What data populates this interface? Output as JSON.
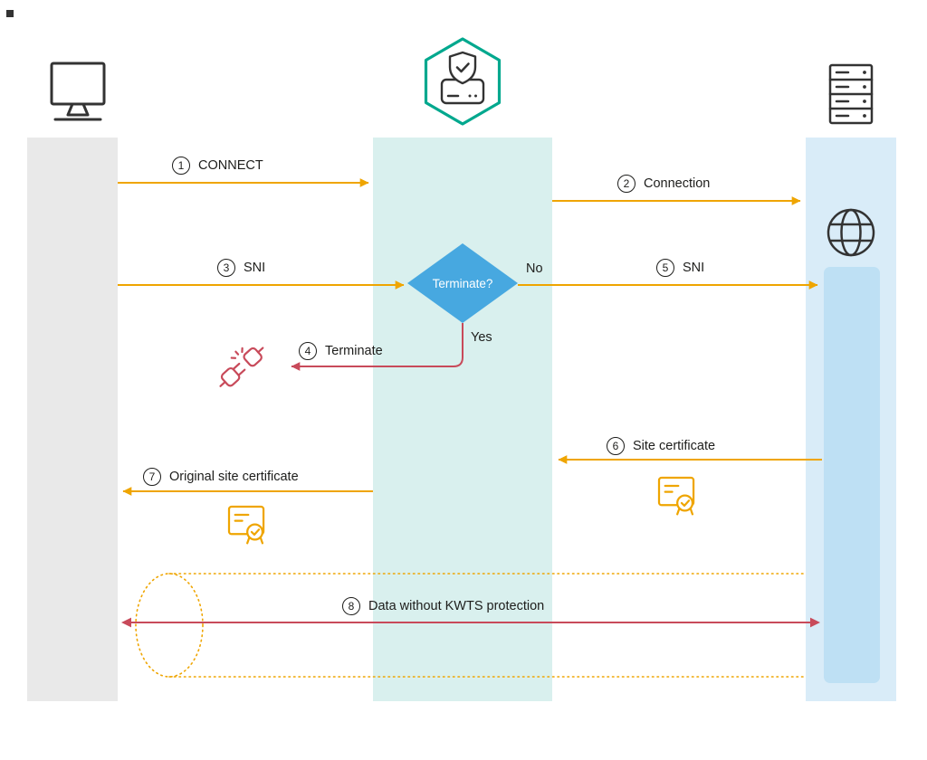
{
  "colors": {
    "arrow_orange": "#EFA500",
    "arrow_red": "#C84A5A",
    "lane_client": "#E9E9E9",
    "lane_proxy": "#D9F0EE",
    "lane_server": "#D9ECF8",
    "lane_server_inner": "#BEE0F4",
    "decision_blue": "#47A8E0",
    "hexagon_teal": "#00A88E",
    "icon_dark": "#333333"
  },
  "actors": [
    {
      "name": "client-workstation",
      "icon": "monitor-icon"
    },
    {
      "name": "kwts-proxy",
      "icon": "kwts-hexagon-icon"
    },
    {
      "name": "web-server",
      "icon": "server-icon"
    },
    {
      "name": "internet",
      "icon": "globe-icon"
    }
  ],
  "steps": [
    {
      "num": "1",
      "label": "CONNECT"
    },
    {
      "num": "2",
      "label": "Connection"
    },
    {
      "num": "3",
      "label": "SNI"
    },
    {
      "num": "4",
      "label": "Terminate"
    },
    {
      "num": "5",
      "label": "SNI"
    },
    {
      "num": "6",
      "label": "Site certificate"
    },
    {
      "num": "7",
      "label": "Original site certificate"
    },
    {
      "num": "8",
      "label": "Data without KWTS protection"
    }
  ],
  "decision": {
    "question": "Terminate?",
    "no": "No",
    "yes": "Yes"
  }
}
